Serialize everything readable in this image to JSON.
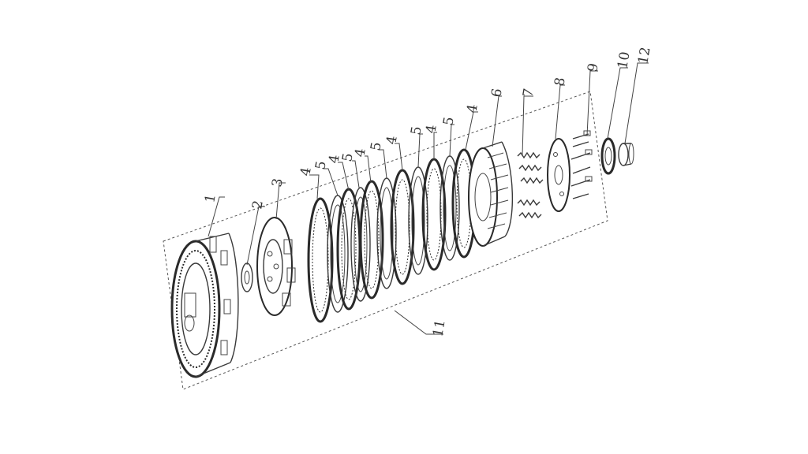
{
  "diagram": {
    "colors": {
      "line": "#3a3a3a",
      "background": "#ffffff",
      "text": "#333333"
    },
    "callouts": [
      {
        "id": "c1",
        "label": "1"
      },
      {
        "id": "c2",
        "label": "2"
      },
      {
        "id": "c3",
        "label": "3"
      },
      {
        "id": "c4a",
        "label": "4"
      },
      {
        "id": "c5a",
        "label": "5"
      },
      {
        "id": "c4b",
        "label": "4"
      },
      {
        "id": "c5b",
        "label": "5"
      },
      {
        "id": "c4c",
        "label": "4"
      },
      {
        "id": "c5c",
        "label": "5"
      },
      {
        "id": "c4d",
        "label": "4"
      },
      {
        "id": "c5d",
        "label": "5"
      },
      {
        "id": "c4e",
        "label": "4"
      },
      {
        "id": "c5e",
        "label": "5"
      },
      {
        "id": "c4f",
        "label": "4"
      },
      {
        "id": "c6",
        "label": "6"
      },
      {
        "id": "c7",
        "label": "7"
      },
      {
        "id": "c8",
        "label": "8"
      },
      {
        "id": "c9",
        "label": "9"
      },
      {
        "id": "c10",
        "label": "10"
      },
      {
        "id": "c12",
        "label": "12"
      },
      {
        "id": "c11",
        "label": "11"
      }
    ]
  }
}
